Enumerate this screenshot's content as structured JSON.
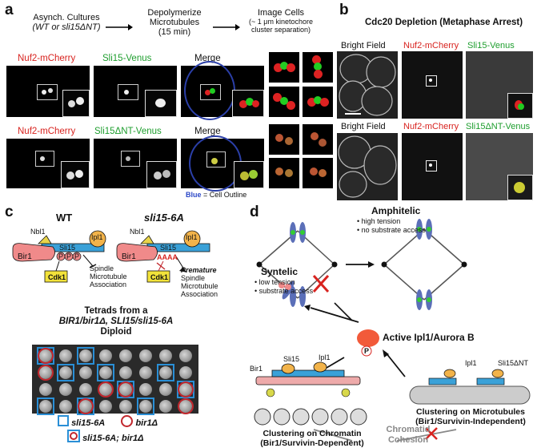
{
  "panels": {
    "a": {
      "label": "a",
      "flow": [
        "Asynch. Cultures",
        "(WT or sli15ΔNT)",
        "Depolymerize",
        "Microtubules",
        "(15 min)",
        "Image Cells",
        "(~ 1 μm kinetochore",
        "cluster separation)"
      ],
      "row1": {
        "c1": "Nuf2-mCherry",
        "c2": "Sli15-Venus",
        "c3": "Merge"
      },
      "row2": {
        "c1": "Nuf2-mCherry",
        "c2": "Sli15ΔNT-Venus",
        "c3": "Merge"
      },
      "note_blue": "Blue",
      "note_rest": " = Cell Outline"
    },
    "b": {
      "label": "b",
      "title": "Cdc20 Depletion (Metaphase Arrest)",
      "row1": {
        "c1": "Bright Field",
        "c2": "Nuf2-mCherry",
        "c3": "Sli15-Venus"
      },
      "row2": {
        "c1": "Bright Field",
        "c2": "Nuf2-mCherry",
        "c3": "Sli15ΔNT-Venus"
      }
    },
    "c": {
      "label": "c",
      "wt": "WT",
      "mut": "sli15-6A",
      "nbl1": "Nbl1",
      "ipl1": "Ipl1",
      "sli15": "Sli15",
      "bir1": "Bir1",
      "cdk1": "Cdk1",
      "p": "P",
      "aaaa": "AAAA",
      "wt_outcome": [
        "Spindle",
        "Microtubule",
        "Association"
      ],
      "mut_outcome": [
        "Premature",
        "Spindle",
        "Microtubule",
        "Association"
      ],
      "tetrad_title1": "Tetrads from a",
      "tetrad_title2": "BIR1/bir1Δ, SLI15/sli15-6A",
      "tetrad_title3": "Diploid",
      "legend1": "sli15-6A",
      "legend2": "bir1Δ",
      "legend3": "sli15-6A; bir1Δ"
    },
    "d": {
      "label": "d",
      "amphitelic": "Amphitelic",
      "amph_b1": "high tension",
      "amph_b2": "no substrate access",
      "syntelic": "Syntelic",
      "syn_b1": "low tension",
      "syn_b2": "substrate access",
      "active": "Active Ipl1/Aurora B",
      "p": "P",
      "sli15": "Sli15",
      "ipl1a": "Ipl1",
      "bir1": "Bir1",
      "ipl1b": "Ipl1",
      "sli15dnt": "Sli15ΔNT",
      "cl1a": "Clustering on Chromatin",
      "cl1b": "(Bir1/Survivin-Dependent)",
      "cl2a": "Clustering on Microtubules",
      "cl2b": "(Bir1/Survivin-Independent)",
      "coh1": "Chromatid",
      "coh2": "Cohesion"
    }
  }
}
